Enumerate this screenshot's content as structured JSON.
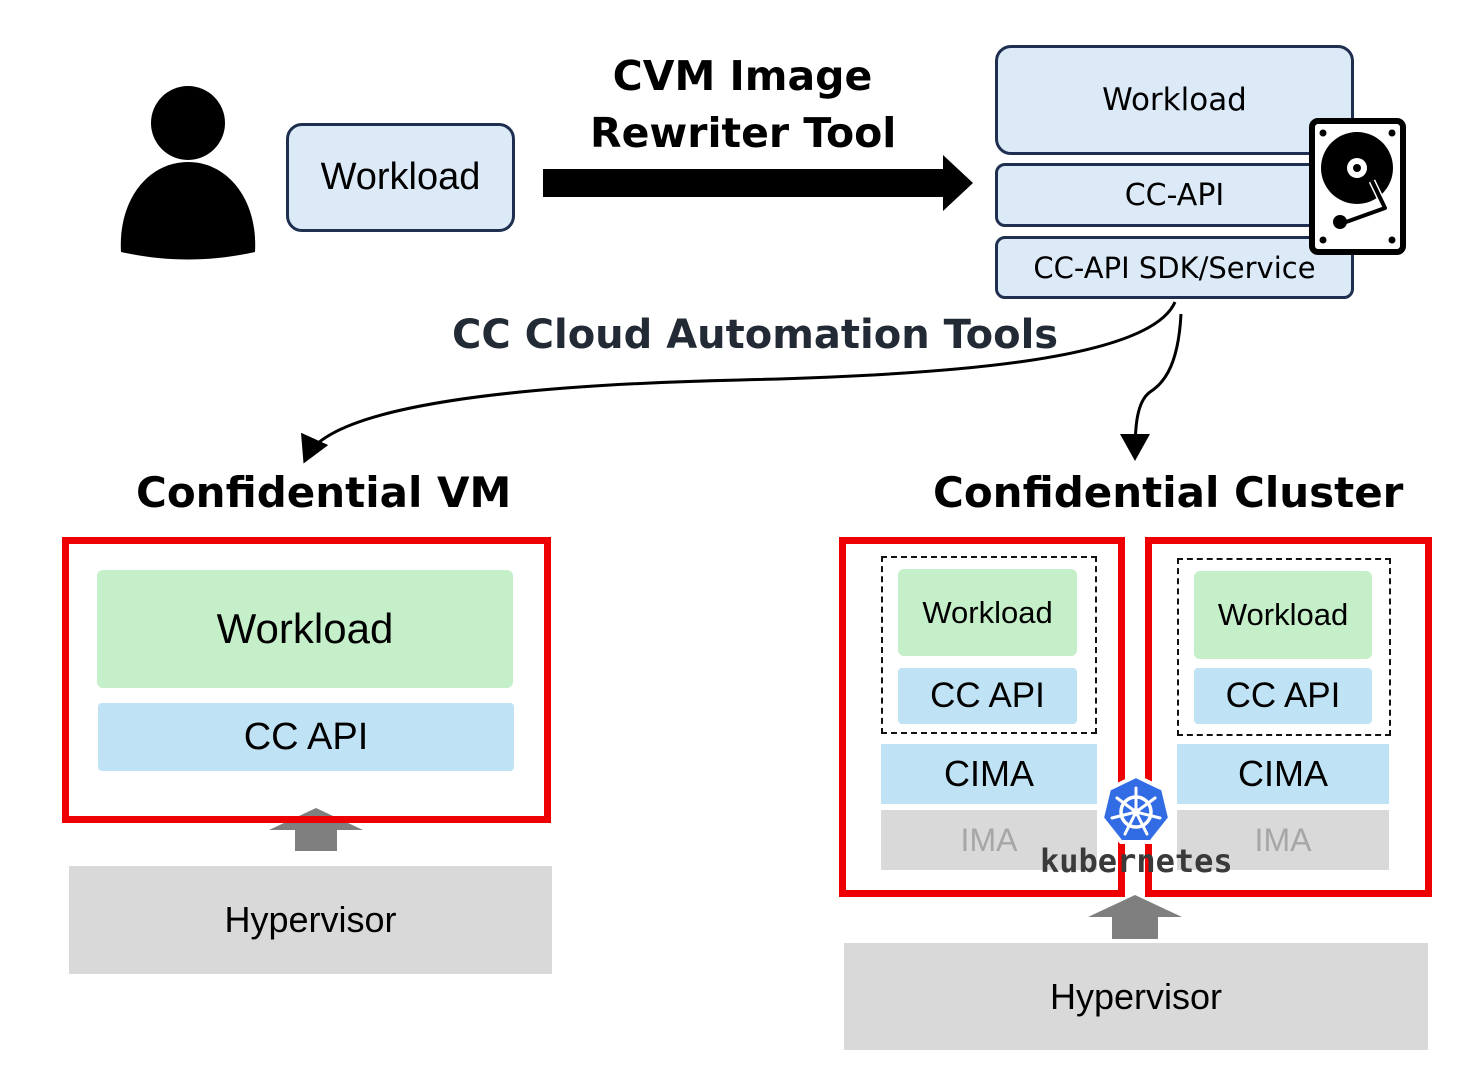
{
  "top": {
    "user_workload": "Workload",
    "rewriter_title_line1": "CVM Image",
    "rewriter_title_line2": "Rewriter Tool",
    "image_stack": {
      "workload": "Workload",
      "cc_api": "CC-API",
      "sdk_service": "CC-API SDK/Service"
    },
    "automation_title": "CC Cloud Automation Tools"
  },
  "confidential_vm": {
    "title": "Confidential VM",
    "workload": "Workload",
    "cc_api": "CC API",
    "hypervisor": "Hypervisor"
  },
  "confidential_cluster": {
    "title": "Confidential Cluster",
    "nodes": [
      {
        "workload": "Workload",
        "cc_api": "CC API",
        "cima": "CIMA",
        "ima": "IMA"
      },
      {
        "workload": "Workload",
        "cc_api": "CC API",
        "cima": "CIMA",
        "ima": "IMA"
      }
    ],
    "kubernetes_label": "kubernetes",
    "hypervisor": "Hypervisor"
  },
  "colors": {
    "box_blue": "#dce9f7",
    "box_border": "#1f2f4f",
    "workload_green": "#c4efc9",
    "cc_api_blue": "#bfe3f5",
    "grey": "#d9d9d9",
    "frame_red": "#ee0000",
    "kubernetes_blue": "#326ce5"
  },
  "icons": [
    "user-icon",
    "hard-disk-icon",
    "kubernetes-icon"
  ]
}
